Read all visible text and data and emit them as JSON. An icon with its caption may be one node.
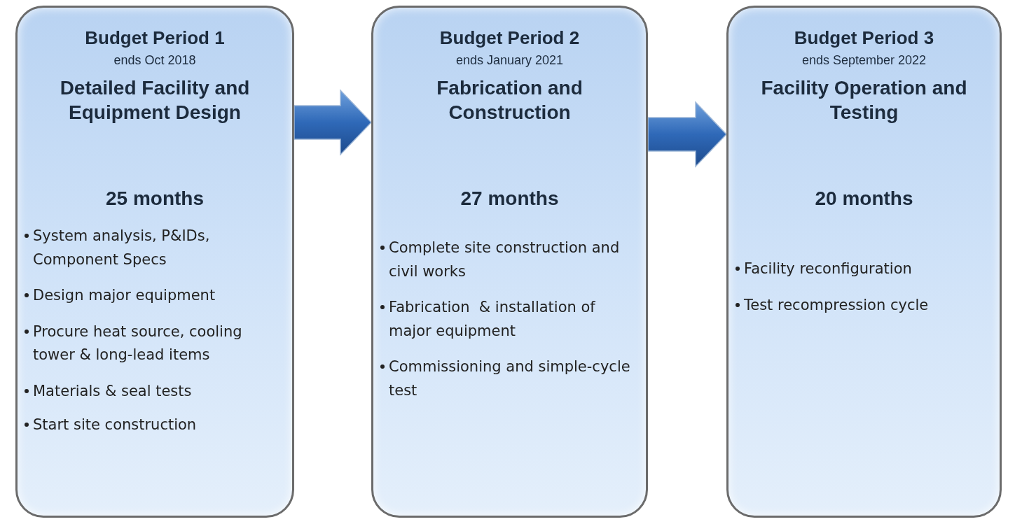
{
  "diagram": {
    "nodes": [
      {
        "text": [
          "Budget Period 1",
          "ends Oct 2018",
          "Detailed Facility and Equipment Design",
          "25 months",
          "System analysis, P&IDs, Component Specs",
          "Design major equipment",
          "Procure heat source, cooling tower & long-lead items",
          "Materials & seal tests",
          "Start site construction"
        ]
      },
      {
        "text": [
          "Budget Period 2",
          "ends January 2021",
          "Fabrication and Construction",
          "27 months",
          "Complete site construction and civil works",
          "Fabrication  & installation of major equipment",
          "Commissioning and simple-cycle test"
        ]
      },
      {
        "text": [
          "Budget Period 3",
          "ends September 2022",
          "Facility Operation and Testing",
          "20 months",
          "Facility reconfiguration",
          "Test recompression cycle"
        ]
      }
    ],
    "edges": [
      {
        "from": 0,
        "to": 1,
        "arrow": "to",
        "style": "thick"
      },
      {
        "from": 1,
        "to": 2,
        "arrow": "to",
        "style": "thick"
      }
    ]
  }
}
